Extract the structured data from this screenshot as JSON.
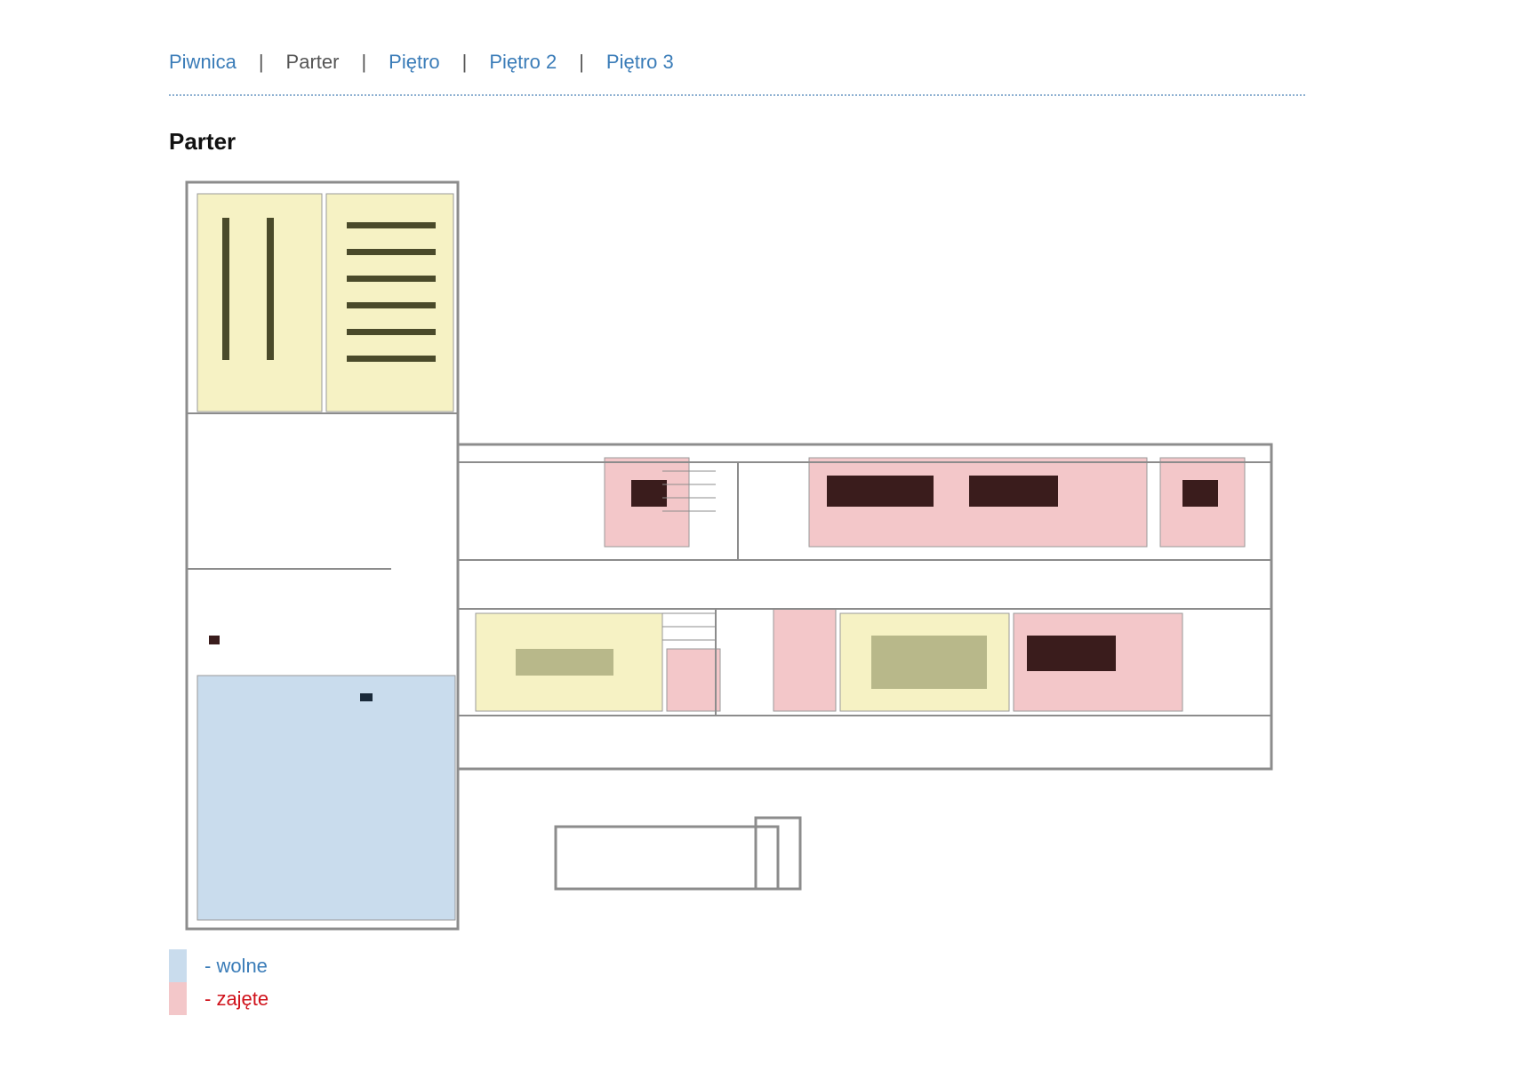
{
  "nav": {
    "items": [
      {
        "label": "Piwnica",
        "active": false
      },
      {
        "label": "Parter",
        "active": true
      },
      {
        "label": "Piętro",
        "active": false
      },
      {
        "label": "Piętro 2",
        "active": false
      },
      {
        "label": "Piętro 3",
        "active": false
      }
    ],
    "separator": "|",
    "link_color": "#3a7cb8",
    "active_color": "#555555"
  },
  "page_title": "Parter",
  "legend": [
    {
      "label": "- wolne",
      "color": "#c9dced",
      "text_color": "#3a7cb8"
    },
    {
      "label": "- zajęte",
      "color": "#f3c7c9",
      "text_color": "#d0121b"
    }
  ],
  "colors": {
    "free": "#c9dced",
    "occupied": "#f3c7c9",
    "common": "#f6f2c4",
    "wall": "#8c8c8c",
    "furniture_dark": "#4a4a2a",
    "furniture_red": "#3a1c1c"
  }
}
